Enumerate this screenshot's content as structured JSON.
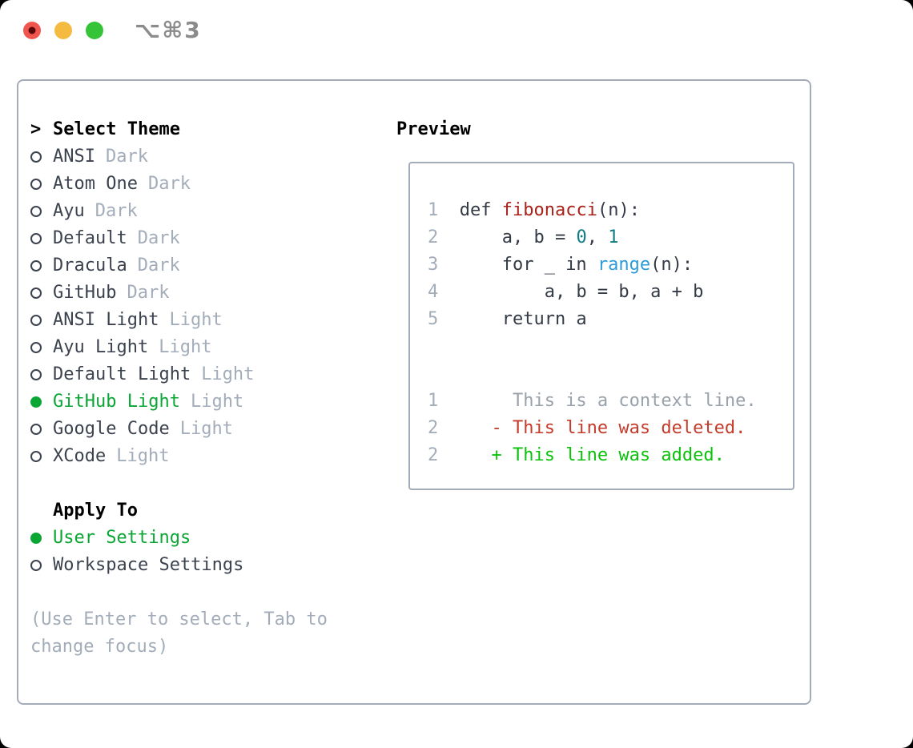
{
  "window": {
    "title_shortcut": "⌥⌘3",
    "traffic_lights": [
      "close",
      "minimize",
      "zoom"
    ]
  },
  "colors": {
    "accent-green": "#0ba635",
    "added-green": "#0bc20b",
    "deleted-red": "#c53b2b",
    "function-red": "#a8211a",
    "number-teal": "#0e7c82",
    "builtin-blue": "#2d9bd8",
    "text-dark": "#3c434f",
    "muted-gray": "#a3adba",
    "context-gray": "#99a1ab",
    "border-gray": "#a3acb8",
    "title-gray": "#8b8b8b",
    "traffic-red": "#f1564e",
    "traffic-red-dot": "#5c0909",
    "traffic-yellow": "#f5bb40",
    "traffic-green": "#35c438"
  },
  "left": {
    "header": {
      "prefix": ">",
      "label": "Select Theme"
    },
    "themes": [
      {
        "name": "ANSI",
        "tag": "Dark",
        "selected": false
      },
      {
        "name": "Atom One",
        "tag": "Dark",
        "selected": false
      },
      {
        "name": "Ayu",
        "tag": "Dark",
        "selected": false
      },
      {
        "name": "Default",
        "tag": "Dark",
        "selected": false
      },
      {
        "name": "Dracula",
        "tag": "Dark",
        "selected": false
      },
      {
        "name": "GitHub",
        "tag": "Dark",
        "selected": false
      },
      {
        "name": "ANSI Light",
        "tag": "Light",
        "selected": false
      },
      {
        "name": "Ayu Light",
        "tag": "Light",
        "selected": false
      },
      {
        "name": "Default Light",
        "tag": "Light",
        "selected": false
      },
      {
        "name": "GitHub Light",
        "tag": "Light",
        "selected": true
      },
      {
        "name": "Google Code",
        "tag": "Light",
        "selected": false
      },
      {
        "name": "XCode",
        "tag": "Light",
        "selected": false
      }
    ],
    "apply_to": {
      "label": "Apply To",
      "options": [
        {
          "name": "User Settings",
          "selected": true
        },
        {
          "name": "Workspace Settings",
          "selected": false
        }
      ]
    },
    "hint": "(Use Enter to select, Tab to change focus)"
  },
  "preview": {
    "header": "Preview",
    "code_lines": [
      {
        "num": "1",
        "segments": [
          {
            "text": "  def ",
            "style": "plain"
          },
          {
            "text": "fibonacci",
            "style": "function"
          },
          {
            "text": "(n):",
            "style": "plain"
          }
        ]
      },
      {
        "num": "2",
        "segments": [
          {
            "text": "      a, b = ",
            "style": "plain"
          },
          {
            "text": "0",
            "style": "number"
          },
          {
            "text": ", ",
            "style": "plain"
          },
          {
            "text": "1",
            "style": "number"
          }
        ]
      },
      {
        "num": "3",
        "segments": [
          {
            "text": "      for _ in ",
            "style": "plain"
          },
          {
            "text": "range",
            "style": "builtin"
          },
          {
            "text": "(n):",
            "style": "plain"
          }
        ]
      },
      {
        "num": "4",
        "segments": [
          {
            "text": "          a, b = b, a + b",
            "style": "plain"
          }
        ]
      },
      {
        "num": "5",
        "segments": [
          {
            "text": "      return a",
            "style": "plain"
          }
        ]
      }
    ],
    "diff_lines": [
      {
        "num": "1",
        "segments": [
          {
            "text": "       This is a context line.",
            "style": "context"
          }
        ]
      },
      {
        "num": "2",
        "segments": [
          {
            "text": "     - This line was deleted.",
            "style": "deleted"
          }
        ]
      },
      {
        "num": "2",
        "segments": [
          {
            "text": "     + This line was added.",
            "style": "added"
          }
        ]
      }
    ]
  }
}
